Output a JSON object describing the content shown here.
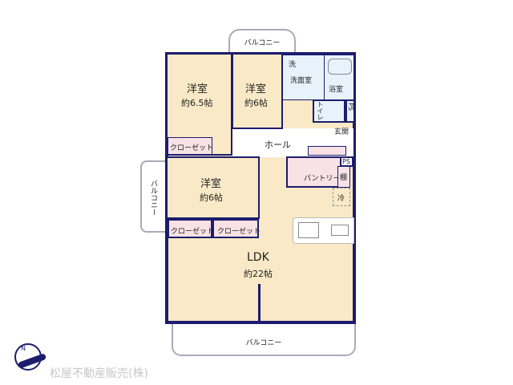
{
  "rooms": {
    "western1": {
      "name": "洋室",
      "size": "約6.5帖"
    },
    "western2": {
      "name": "洋室",
      "size": "約6帖"
    },
    "western3": {
      "name": "洋室",
      "size": "約6帖"
    },
    "ldk": {
      "name": "LDK",
      "size": "約22帖"
    },
    "washroom": "洗面室",
    "wash": "洗",
    "bath": "浴室",
    "toilet": "トイレ",
    "ps1": "PS",
    "entrance": "玄関",
    "hall": "ホール",
    "pantry": "パントリー",
    "shelf": "棚",
    "ps2": "PS",
    "fridge": "冷",
    "closet1": "クローゼット",
    "closet2": "クローゼット",
    "closet3": "クローゼット"
  },
  "balconies": {
    "top": "バルコニー",
    "left": "バルコニー",
    "bottom": "バルコニー"
  },
  "footer": {
    "company": "松屋不動産販売(株)",
    "compass": "N"
  },
  "colors": {
    "wall": "#1c1c6e",
    "room": "#f9e9c6",
    "wet": "#e8f2fb",
    "closet": "#f8e2e5"
  }
}
